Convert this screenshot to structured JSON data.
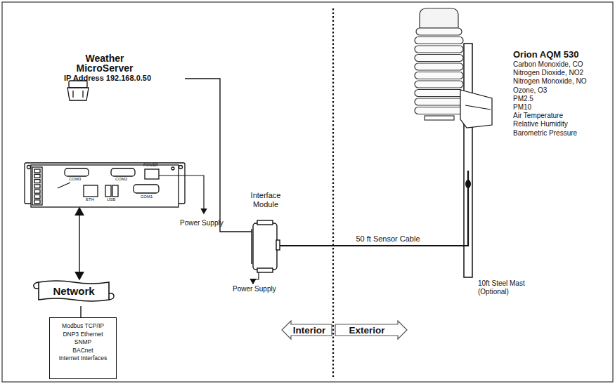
{
  "diagram": {
    "nodes": [
      {
        "text": [
          "Weather MicroServer",
          "IP Address 192.168.0.50"
        ]
      },
      {
        "text": [
          "Network"
        ]
      },
      {
        "text": [
          "Modbus TCP/IP",
          "DNP3 Ethernet",
          "SNMP",
          "BACnet",
          "Internet Interfaces"
        ]
      },
      {
        "text": [
          "Interface Module"
        ]
      },
      {
        "text": [
          "Orion AQM 530",
          "Carbon Monoxide, CO",
          "Nitrogen Dioxide, NO2",
          "Nitrogen Monoxide, NO",
          "Ozone, O3",
          "PM2.5",
          "PM10",
          "Air Temperature",
          "Relative Humidity",
          "Barometric Pressure"
        ]
      }
    ],
    "edges": [
      {
        "from": 0,
        "to": 1,
        "arrow": "both"
      },
      {
        "from": 1,
        "to": 2,
        "arrow": "none"
      },
      {
        "from": 0,
        "to": 3,
        "arrow": "none"
      },
      {
        "from": 3,
        "to": 4,
        "label": "50 ft Sensor Cable",
        "arrow": "none"
      }
    ],
    "labels": [
      "COM3",
      "COM2",
      "POWER",
      "ETH",
      "USB",
      "COM1",
      "Power Supply",
      "Power Supply",
      "10ft Steel Mast (Optional)",
      "Interior",
      "Exterior"
    ]
  }
}
